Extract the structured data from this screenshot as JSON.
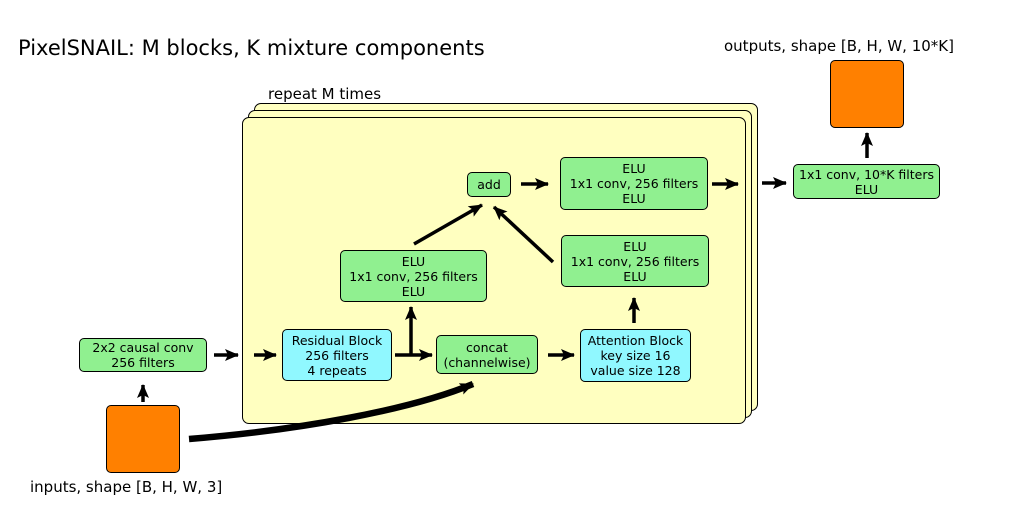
{
  "title": "PixelSNAIL: M blocks, K mixture components",
  "repeat_label": "repeat M times",
  "outputs_label": "outputs, shape [B, H, W, 10*K]",
  "inputs_label": "inputs, shape [B, H, W, 3]",
  "nodes": {
    "causal_conv": [
      "2x2 causal conv",
      "256 filters"
    ],
    "residual": [
      "Residual Block",
      "256 filters",
      "4 repeats"
    ],
    "concat": [
      "concat",
      "(channelwise)"
    ],
    "attention": [
      "Attention Block",
      "key size 16",
      "value size 128"
    ],
    "elu_left": [
      "ELU",
      "1x1 conv, 256 filters",
      "ELU"
    ],
    "elu_right": [
      "ELU",
      "1x1 conv, 256 filters",
      "ELU"
    ],
    "add": [
      "add"
    ],
    "elu_top": [
      "ELU",
      "1x1 conv, 256 filters",
      "ELU"
    ],
    "final_conv": [
      "1x1 conv, 10*K filters",
      "ELU"
    ]
  },
  "colors": {
    "panel": "#ffffc0",
    "green": "#90f090",
    "cyan": "#90f8ff",
    "tensor": "#ff8000"
  }
}
